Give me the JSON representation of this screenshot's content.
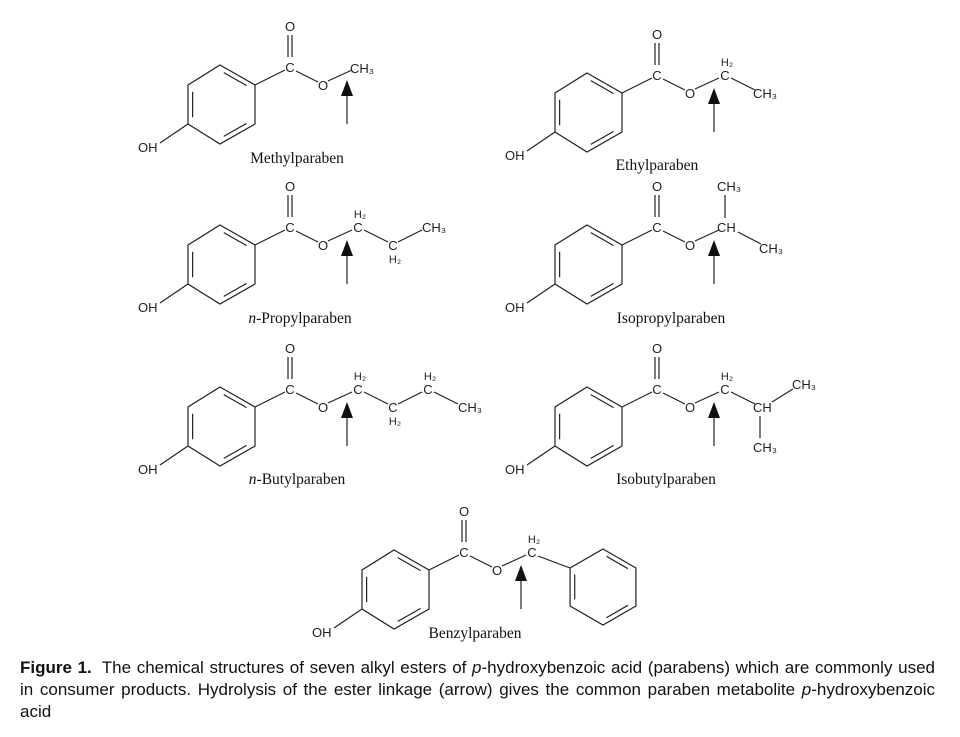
{
  "atoms": {
    "hydroxyl": "OH",
    "carbon": "C",
    "oxygen": "O",
    "methyl": "CH₃",
    "methine": "CH",
    "h2": "H₂"
  },
  "molecules": [
    {
      "id": "methylparaben",
      "prefix": "",
      "name": "Methylparaben"
    },
    {
      "id": "ethylparaben",
      "prefix": "",
      "name": "Ethylparaben"
    },
    {
      "id": "n-propylparaben",
      "prefix": "n",
      "name": "-Propylparaben"
    },
    {
      "id": "isopropylparaben",
      "prefix": "",
      "name": "Isopropylparaben"
    },
    {
      "id": "n-butylparaben",
      "prefix": "n",
      "name": "-Butylparaben"
    },
    {
      "id": "isobutylparaben",
      "prefix": "",
      "name": "Isobutylparaben"
    },
    {
      "id": "benzylparaben",
      "prefix": "",
      "name": "Benzylparaben"
    }
  ],
  "caption": {
    "label": "Figure 1.",
    "text_1": "The chemical structures of seven alkyl esters of ",
    "italic_1": "p",
    "text_2": "-hydroxybenzoic acid (parabens) which are commonly used in consumer products. Hydrolysis of the ester linkage (arrow) gives the common paraben metabolite ",
    "italic_2": "p",
    "text_3": "-hydroxybenzoic acid"
  }
}
